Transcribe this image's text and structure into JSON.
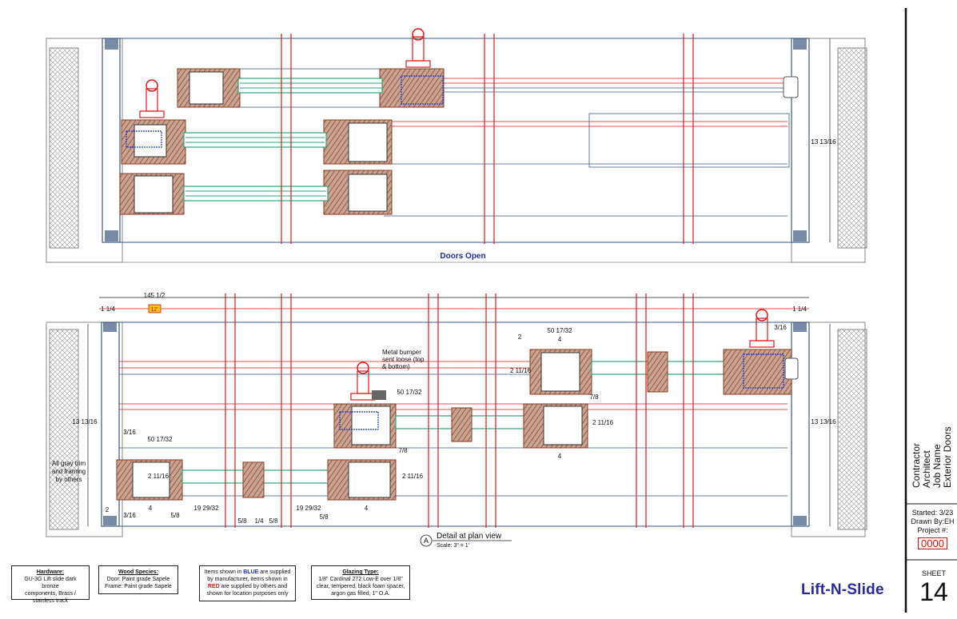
{
  "drawing": {
    "top_caption": "Doors Open",
    "detail_title": "Detail at plan view",
    "detail_scale": "Scale: 3\" = 1'",
    "detail_marker": "A",
    "dims": {
      "overall": "145 1/2",
      "left_offset": "1 1/4",
      "right_offset": "1 1/4",
      "tag": "12'",
      "height_left": "13 13/16",
      "height_right": "13 13/16",
      "top_height_right": "13 13/16",
      "d_50_a": "50 17/32",
      "d_50_b": "50 17/32",
      "d_50_c": "50 17/32",
      "d_4_a": "4",
      "d_4_b": "4",
      "d_4_c": "4",
      "d_4_d": "4",
      "d_2": "2",
      "d_2b": "2",
      "d_2_11_a": "2 11/16",
      "d_2_11_b": "2 11/16",
      "d_2_11_c": "2 11/16",
      "d_2_11_d": "2 11/16",
      "d_3_16_a": "3/16",
      "d_3_16_b": "3/16",
      "d_3_16_c": "3/16",
      "d_7_8_a": "7/8",
      "d_7_8_b": "7/8",
      "d_19_a": "19 29/32",
      "d_19_b": "19 29/32",
      "d_5_8_a": "5/8",
      "d_5_8_b": "5/8",
      "d_5_8_c": "5/8",
      "d_5_8_d": "5/8",
      "d_1_4": "1/4"
    },
    "callouts": {
      "bumper": [
        "Metal bumper",
        "sent loose (top",
        "& bottom)"
      ],
      "trim": [
        "All gray trim",
        "and framing",
        "by others"
      ]
    },
    "colors": {
      "wood": "#8b3a22",
      "glass": "#2fa37a",
      "red": "#e01818",
      "blue": "#1c35d8",
      "navy": "#2a2a9a",
      "gray": "#8a8a8a",
      "frame": "#3d5a80"
    }
  },
  "notes": {
    "hardware": {
      "title": "Hardware:",
      "lines": [
        "GU-3G Lift slide dark bronze",
        "components, Brass /",
        "stainless track"
      ]
    },
    "wood": {
      "title": "Wood Species:",
      "lines": [
        "Door: Paint grade Sapele",
        "Frame: Paint grade Sapele"
      ]
    },
    "supply": {
      "l1a": "Items shown in ",
      "l1b": "BLUE",
      "l1c": " are supplied",
      "l2": "by manufacturer, items shown in",
      "l3a": "RED",
      "l3b": " are supplied by others and",
      "l4": "shown for location purposes only"
    },
    "glazing": {
      "title": "Glazing Type:",
      "lines": [
        "1/8\" Cardinal 272 Low-E over 1/8\"",
        "clear, tempered, black foam spacer,",
        "argon gas filled, 1\" O.A."
      ]
    }
  },
  "title_block": {
    "brand": "Lift-N-Slide",
    "contractor": "Contractor",
    "architect": "Architect",
    "job": "Job Name",
    "product": "Exterior Doors",
    "started": "Started: 3/23",
    "drawn_by": "Drawn By:EH",
    "project_label": "Project #:",
    "project_number": "0000",
    "sheet_label": "SHEET",
    "sheet_number": "14"
  }
}
